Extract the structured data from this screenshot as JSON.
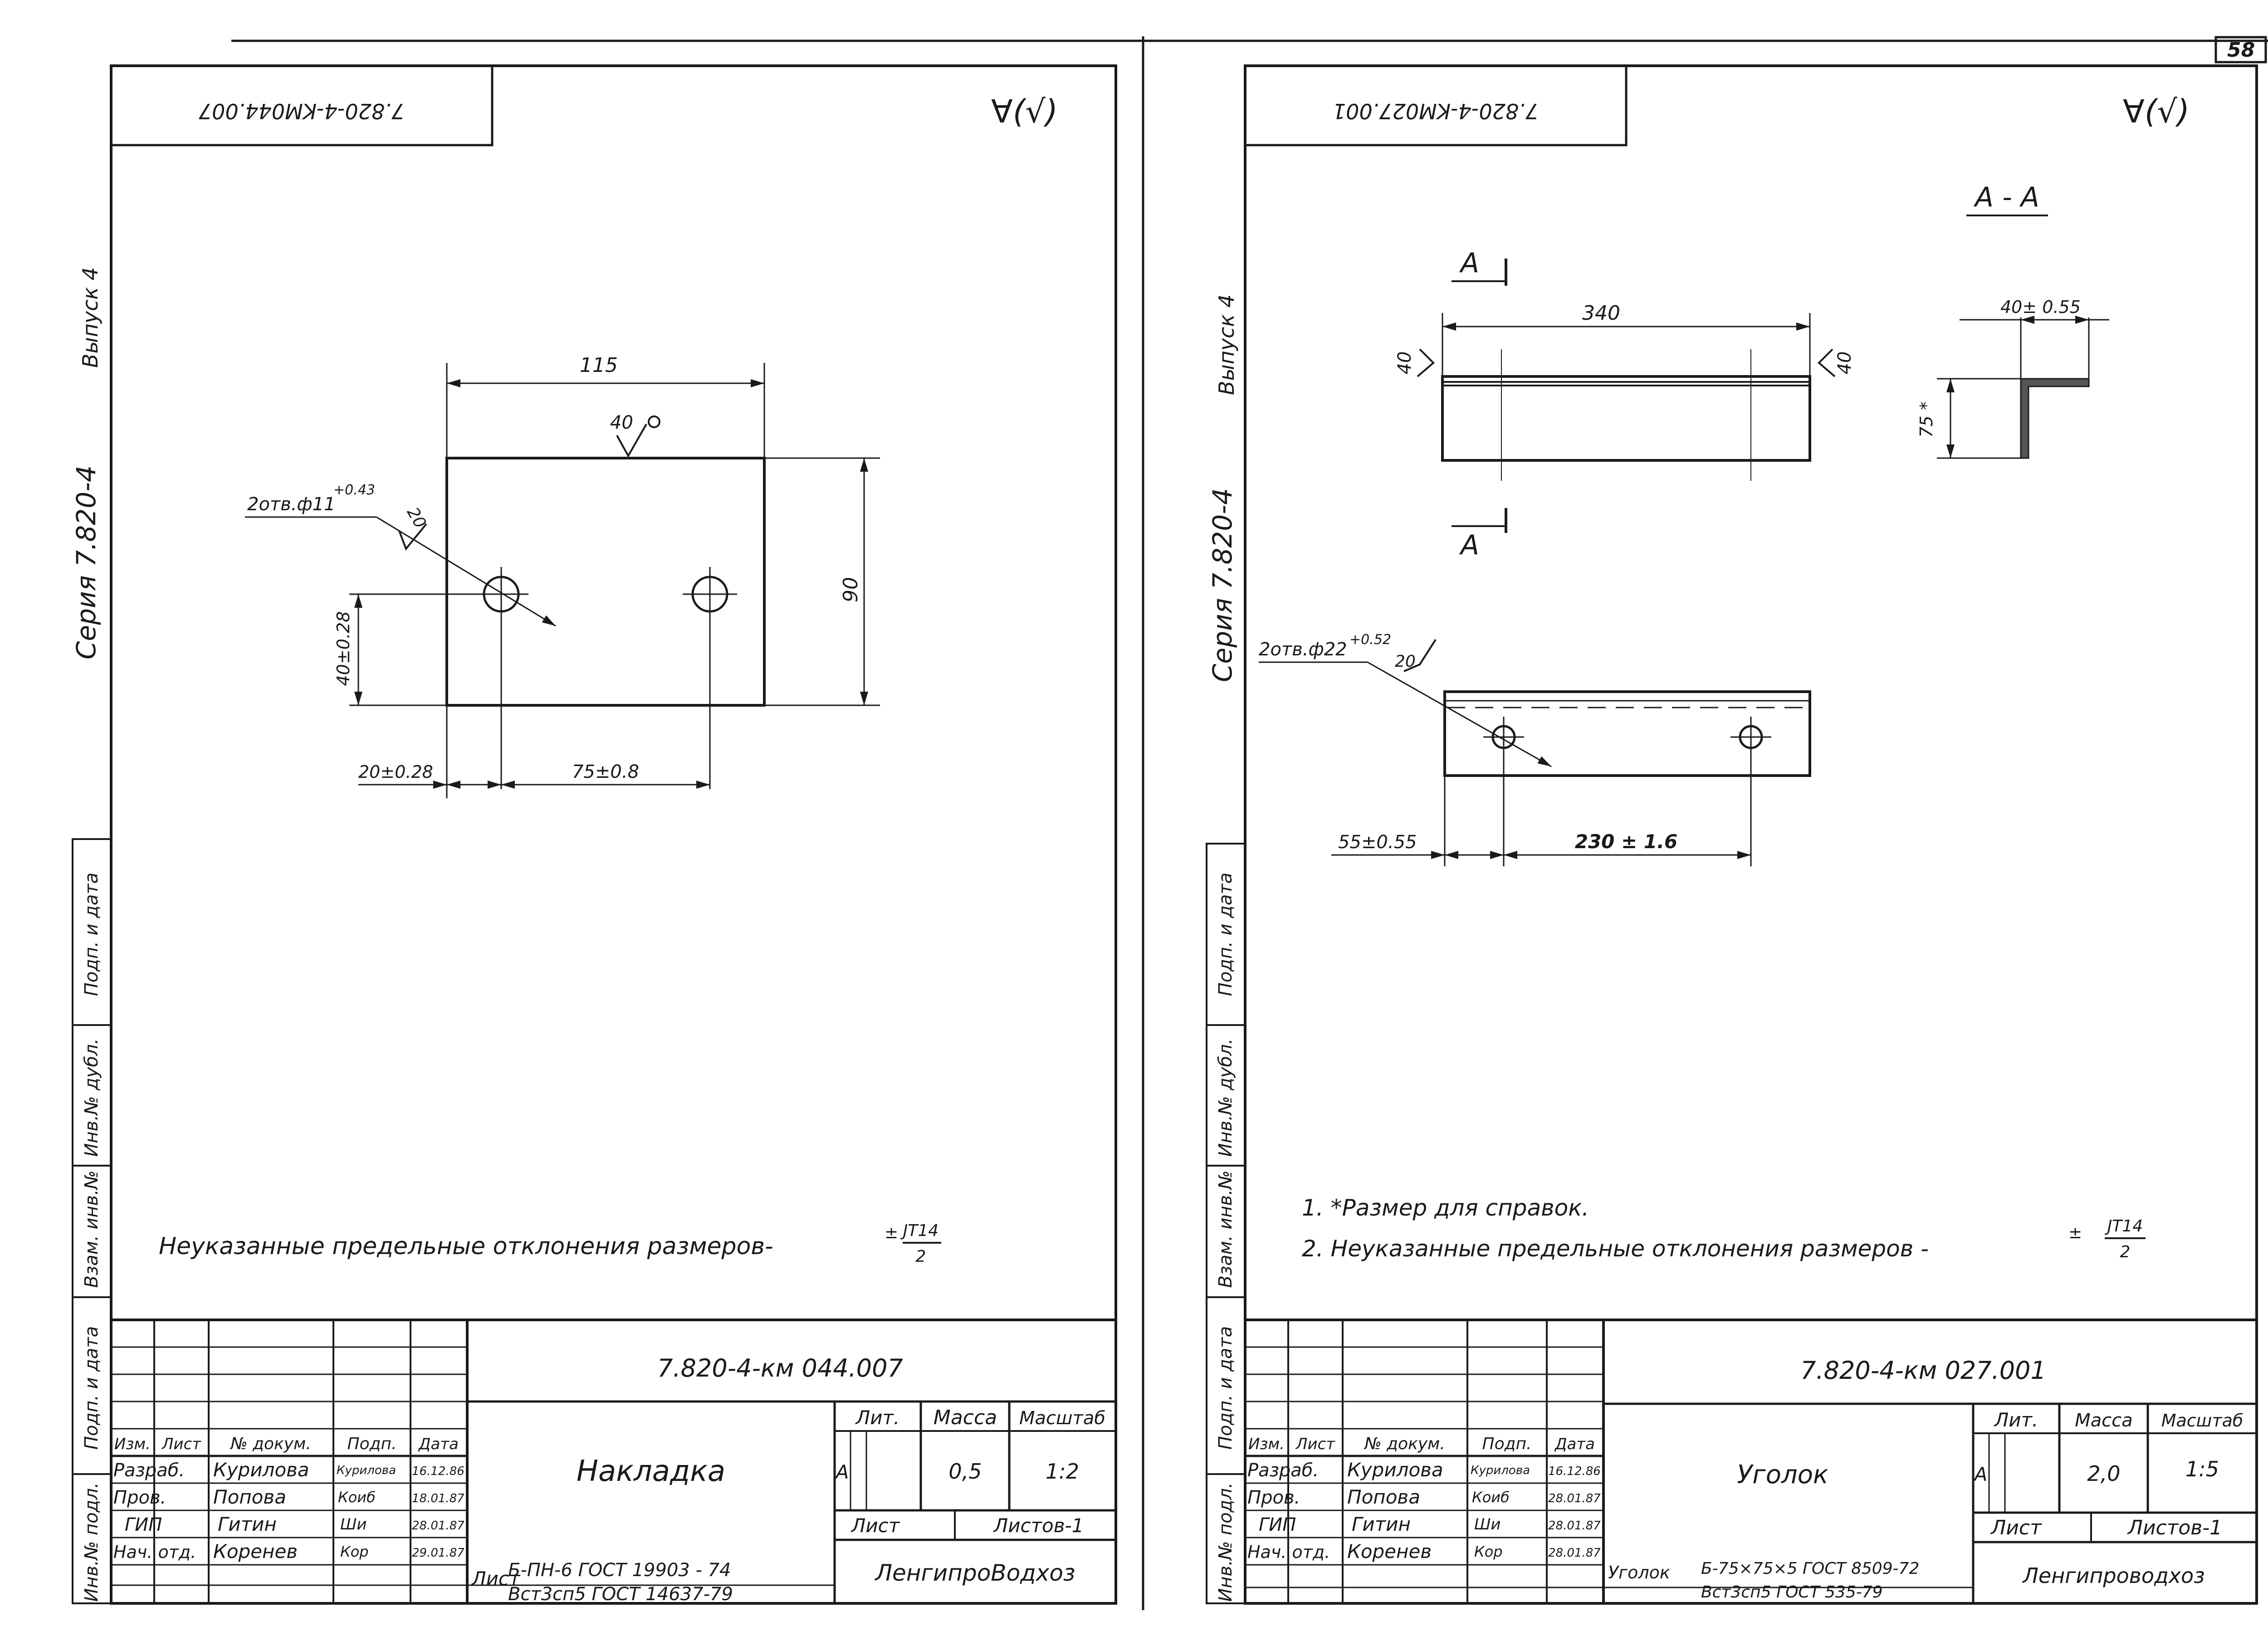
{
  "page_number": "58",
  "left": {
    "code_stamp": "7.820-4-KM044.007",
    "roughness_mark": "∀(√)",
    "side_series": "Серия 7.820-4",
    "side_issue": "Выпуск 4",
    "dims": {
      "width_top": "115",
      "roughness_top": "40",
      "holes": "2отв.ф11",
      "holes_tol": "+0.43",
      "roughness_hole": "20",
      "height_right": "90",
      "hole_y": "40±0.28",
      "hole_x_left": "20±0.28",
      "hole_spacing": "75±0.8"
    },
    "note": "Неуказанные   предельные   отклонения   размеров-",
    "note_frac_pre": "±",
    "note_frac_num": "JT14",
    "note_frac_den": "2",
    "title_block": {
      "doc_code": "7.820-4-км 044.007",
      "name": "Накладка",
      "lit_label": "Лит.",
      "mass_label": "Масса",
      "scale_label": "Масштаб",
      "lit": "А",
      "mass": "0,5",
      "scale": "1:2",
      "sheet_label": "Лист",
      "sheets_label": "Листов-1",
      "org": "ЛенгипроВодхоз",
      "material_prefix": "Лист",
      "material_line1": "Б-ПН-6  ГОСТ 19903 - 74",
      "material_line2": "Вст3сп5 ГОСТ 14637-79",
      "header": [
        "Изм.",
        "Лист",
        "№ докум.",
        "Подп.",
        "Дата"
      ],
      "rows": [
        {
          "role": "Разраб.",
          "name": "Курилова",
          "sign": "Курилова",
          "date": "16.12.86"
        },
        {
          "role": "Пров.",
          "name": "Попова",
          "sign": "Коиб",
          "date": "18.01.87"
        },
        {
          "role": "ГИП",
          "name": "Гитин",
          "sign": "Ши",
          "date": "28.01.87"
        },
        {
          "role": "Нач. отд.",
          "name": "Коренев",
          "sign": "Кор",
          "date": "29.01.87"
        }
      ]
    }
  },
  "right": {
    "code_stamp": "7.820-4-KM027.001",
    "roughness_mark": "∀(√)",
    "side_series": "Серия 7.820-4",
    "side_issue": "Выпуск 4",
    "section_label": "А - А",
    "cut_a_top": "А",
    "cut_a_bottom": "А",
    "dims": {
      "length": "340",
      "leg_left": "40",
      "leg_right": "40",
      "section_width": "40± 0.55",
      "section_height": "75 *",
      "holes": "2отв.ф22",
      "holes_tol": "+0.52",
      "roughness_hole": "20",
      "hole_x_left": "55±0.55",
      "hole_spacing": "230 ± 1.6"
    },
    "notes": [
      "1.  *Размер     для     справок.",
      "2.  Неуказанные    предельные    отклонения   размеров -"
    ],
    "note_frac_pre": "±",
    "note_frac_num": "JT14",
    "note_frac_den": "2",
    "title_block": {
      "doc_code": "7.820-4-км 027.001",
      "name": "Уголок",
      "lit_label": "Лит.",
      "mass_label": "Масса",
      "scale_label": "Масштаб",
      "lit": "А",
      "mass": "2,0",
      "scale": "1:5",
      "sheet_label": "Лист",
      "sheets_label": "Листов-1",
      "org": "Ленгипроводхоз",
      "material_prefix": "Уголок",
      "material_line1": "Б-75×75×5 ГОСТ 8509-72",
      "material_line2": "Вст3сп5  ГОСТ 535-79",
      "header": [
        "Изм.",
        "Лист",
        "№ докум.",
        "Подп.",
        "Дата"
      ],
      "rows": [
        {
          "role": "Разраб.",
          "name": "Курилова",
          "sign": "Курилова",
          "date": "16.12.86"
        },
        {
          "role": "Пров.",
          "name": "Попова",
          "sign": "Коиб",
          "date": "28.01.87"
        },
        {
          "role": "ГИП",
          "name": "Гитин",
          "sign": "Ши",
          "date": "28.01.87"
        },
        {
          "role": "Нач. отд.",
          "name": "Коренев",
          "sign": "Кор",
          "date": "28.01.87"
        }
      ]
    }
  },
  "margin_labels": [
    "Подп. и дата",
    "Взам. инв.№",
    "Инв.№ дубл.",
    "Подп. и дата",
    "Инв.№ подл."
  ]
}
